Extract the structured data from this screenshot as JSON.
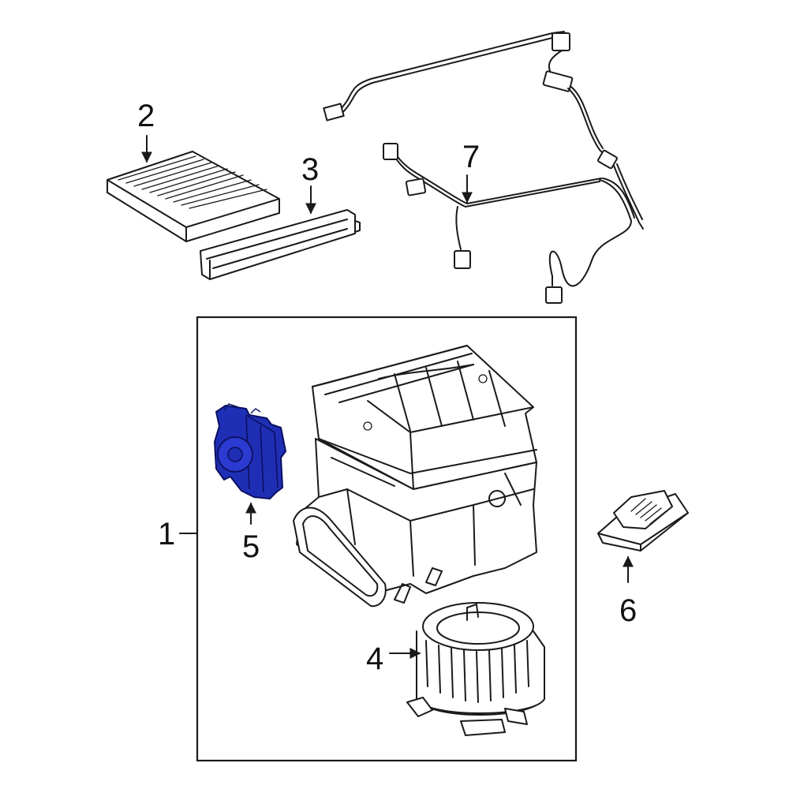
{
  "diagram": {
    "highlight_color": "#1f2fb5",
    "assembly_box_color": "#1a1a1a",
    "callouts": [
      {
        "id": "1",
        "label": "1"
      },
      {
        "id": "2",
        "label": "2"
      },
      {
        "id": "3",
        "label": "3"
      },
      {
        "id": "4",
        "label": "4"
      },
      {
        "id": "5",
        "label": "5"
      },
      {
        "id": "6",
        "label": "6"
      },
      {
        "id": "7",
        "label": "7"
      }
    ],
    "highlighted_part": "5"
  }
}
